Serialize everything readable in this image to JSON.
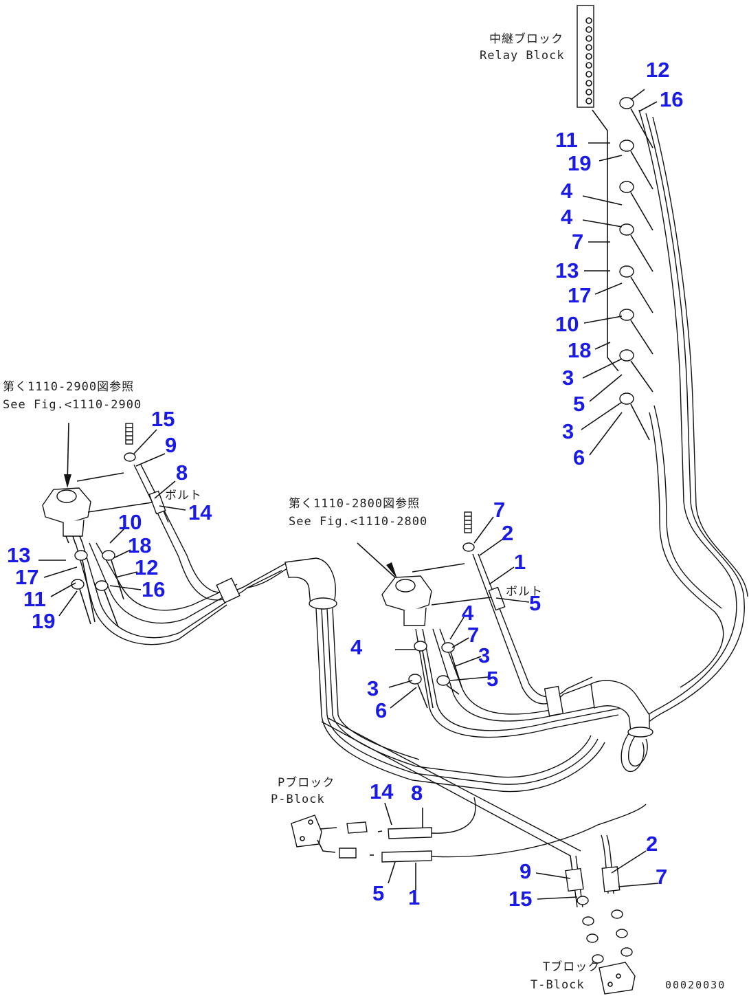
{
  "labels": {
    "relay_jp": "中継ブロック",
    "relay_en": "Relay Block",
    "see_left_jp": "第く1110-2900図参照",
    "see_left_en": "See Fig.<1110-2900",
    "see_mid_jp": "第く1110-2800図参照",
    "see_mid_en": "See Fig.<1110-2800",
    "pblock_jp": "Pブロック",
    "pblock_en": "P-Block",
    "tblock_jp": "Tブロック",
    "tblock_en": "T-Block",
    "drawing_code": "00020030",
    "clamp_a": "ボルト",
    "clamp_b": "ボルト"
  },
  "callouts": [
    {
      "id": "r-12",
      "n": "12"
    },
    {
      "id": "r-16",
      "n": "16"
    },
    {
      "id": "r-11",
      "n": "11"
    },
    {
      "id": "r-19",
      "n": "19"
    },
    {
      "id": "r-4a",
      "n": "4"
    },
    {
      "id": "r-4b",
      "n": "4"
    },
    {
      "id": "r-7",
      "n": "7"
    },
    {
      "id": "r-13",
      "n": "13"
    },
    {
      "id": "r-17",
      "n": "17"
    },
    {
      "id": "r-10",
      "n": "10"
    },
    {
      "id": "r-18",
      "n": "18"
    },
    {
      "id": "r-3a",
      "n": "3"
    },
    {
      "id": "r-5",
      "n": "5"
    },
    {
      "id": "r-3b",
      "n": "3"
    },
    {
      "id": "r-6",
      "n": "6"
    },
    {
      "id": "l-15",
      "n": "15"
    },
    {
      "id": "l-9",
      "n": "9"
    },
    {
      "id": "l-8",
      "n": "8"
    },
    {
      "id": "l-14",
      "n": "14"
    },
    {
      "id": "l-10",
      "n": "10"
    },
    {
      "id": "l-18",
      "n": "18"
    },
    {
      "id": "l-12",
      "n": "12"
    },
    {
      "id": "l-16",
      "n": "16"
    },
    {
      "id": "l-13",
      "n": "13"
    },
    {
      "id": "l-17",
      "n": "17"
    },
    {
      "id": "l-11",
      "n": "11"
    },
    {
      "id": "l-19",
      "n": "19"
    },
    {
      "id": "m-7a",
      "n": "7"
    },
    {
      "id": "m-2",
      "n": "2"
    },
    {
      "id": "m-1",
      "n": "1"
    },
    {
      "id": "m-5a",
      "n": "5"
    },
    {
      "id": "m-4a",
      "n": "4"
    },
    {
      "id": "m-7b",
      "n": "7"
    },
    {
      "id": "m-4b",
      "n": "4"
    },
    {
      "id": "m-3a",
      "n": "3"
    },
    {
      "id": "m-5b",
      "n": "5"
    },
    {
      "id": "m-3b",
      "n": "3"
    },
    {
      "id": "m-6",
      "n": "6"
    },
    {
      "id": "p-14",
      "n": "14"
    },
    {
      "id": "p-8",
      "n": "8"
    },
    {
      "id": "p-5",
      "n": "5"
    },
    {
      "id": "p-1",
      "n": "1"
    },
    {
      "id": "t-2",
      "n": "2"
    },
    {
      "id": "t-7",
      "n": "7"
    },
    {
      "id": "t-9",
      "n": "9"
    },
    {
      "id": "t-15",
      "n": "15"
    }
  ],
  "colors": {
    "callout": "#1a1ae6",
    "line": "#111111",
    "text": "#222222"
  }
}
